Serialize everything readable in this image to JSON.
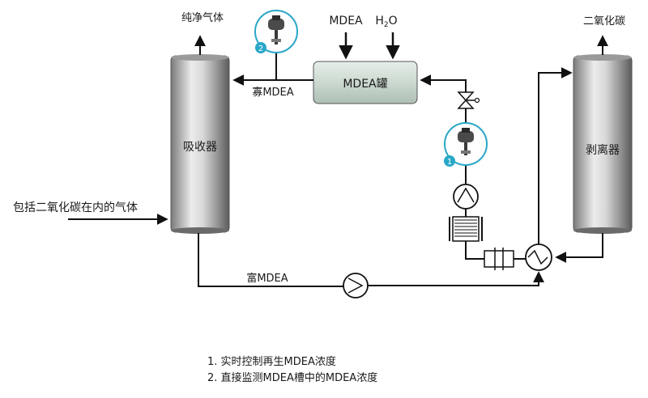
{
  "labels": {
    "pure_gas": "纯净气体",
    "mdea_in": "MDEA",
    "h2o_h": "H",
    "h2o_sub": "2",
    "h2o_o": "O",
    "co2": "二氧化碳",
    "lean_mdea": "寡MDEA",
    "mdea_tank": "MDEA罐",
    "absorber": "吸收器",
    "stripper": "剥离器",
    "feed_gas": "包括二氧化碳在内的气体",
    "rich_mdea": "富MDEA",
    "sensor1_num": "1",
    "sensor2_num": "2"
  },
  "notes": [
    "1. 实时控制再生MDEA浓度",
    "2. 直接监测MDEA槽中的MDEA浓度"
  ],
  "colors": {
    "line": "#111111",
    "sensor_ring": "#29a7c7",
    "sensor_badge": "#29a7c7",
    "tank_fill": "#cfdcd4",
    "column_light": "#e4e4e4",
    "column_dark": "#6e6e6e"
  }
}
